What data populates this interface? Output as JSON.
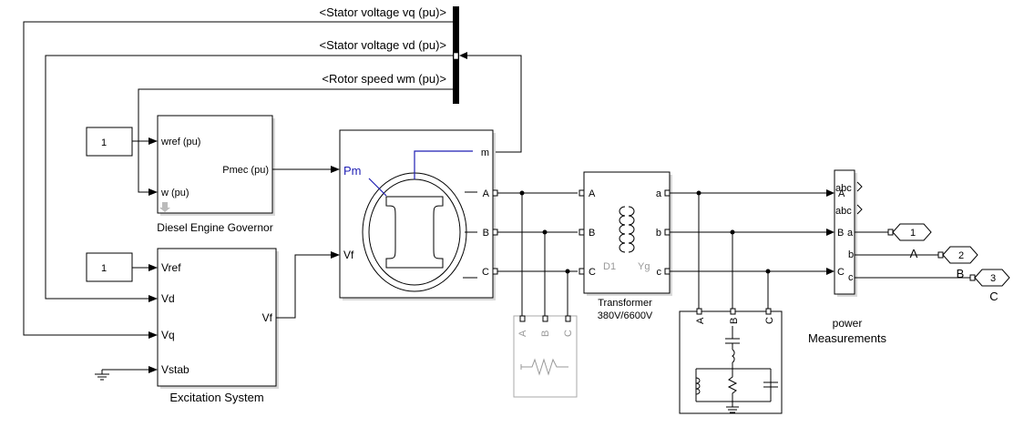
{
  "bus_signals": [
    "<Stator voltage  vq (pu)>",
    "<Stator voltage  vd (pu)>",
    "<Rotor speed  wm  (pu)>"
  ],
  "constants": {
    "governor_ref": "1",
    "excitation_ref": "1"
  },
  "governor": {
    "title": "Diesel Engine Governor",
    "in_wref": "wref (pu)",
    "in_w": "w (pu)",
    "out_pmec": "Pmec (pu)"
  },
  "excitation": {
    "title": "Excitation System",
    "in_vref": "Vref",
    "in_vd": "Vd",
    "in_vq": "Vq",
    "in_vstab": "Vstab",
    "out_vf": "Vf"
  },
  "machine": {
    "in_pm": "Pm",
    "in_vf": "Vf",
    "out_m": "m",
    "out_a": "A",
    "out_b": "B",
    "out_c": "C"
  },
  "load_abc": {
    "a": "A",
    "b": "B",
    "c": "C"
  },
  "transformer": {
    "title_line1": "Transformer",
    "title_line2": "380V/6600V",
    "left_a": "A",
    "left_b": "B",
    "left_c": "C",
    "right_a": "a",
    "right_b": "b",
    "right_c": "c",
    "winding1": "D1",
    "winding2": "Yg"
  },
  "rlc_load": {
    "a": "A",
    "b": "B",
    "c": "C"
  },
  "measurement": {
    "title_line1": "power",
    "title_line2": "Measurements",
    "out_vabc": "abc",
    "out_iabc": "abc",
    "in_a": "A",
    "in_b": "B",
    "in_c": "C",
    "out_a": "a",
    "out_b": "b",
    "out_c": "c"
  },
  "outports": [
    {
      "number": "1",
      "label": ""
    },
    {
      "number": "2",
      "label": "A"
    },
    {
      "number": "3",
      "label": "B"
    }
  ],
  "extra_label_c": "C",
  "colors": {
    "wire": "#000000",
    "pm_signal": "#1f1fb4",
    "grey_block": "#999999"
  }
}
